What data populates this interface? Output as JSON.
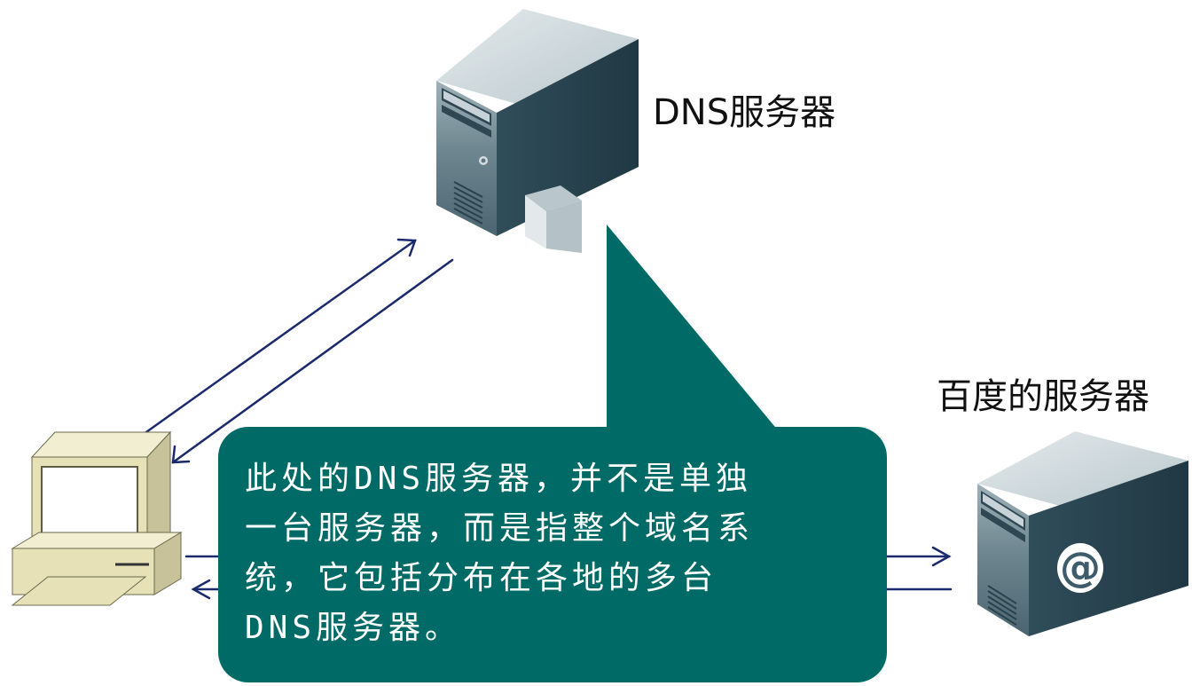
{
  "dns_server": {
    "label": "DNS服务器",
    "icon": "tower-server-icon"
  },
  "baidu_server": {
    "label": "百度的服务器",
    "icon": "mail-server-icon",
    "badge_glyph": "@"
  },
  "client": {
    "icon": "desktop-computer-icon"
  },
  "callout": {
    "lines": [
      "此处的DNS服务器，并不是单独",
      "一台服务器，而是指整个域名系",
      "统，它包括分布在各地的多台",
      "DNS服务器。"
    ],
    "fill_color": "#006B66"
  },
  "colors": {
    "arrow": "#1a2a6c",
    "server_dark": "#2c4654",
    "server_mid": "#3e5c6a",
    "server_light": "#d7dfe2",
    "computer_beige": "#e6e1b7"
  }
}
